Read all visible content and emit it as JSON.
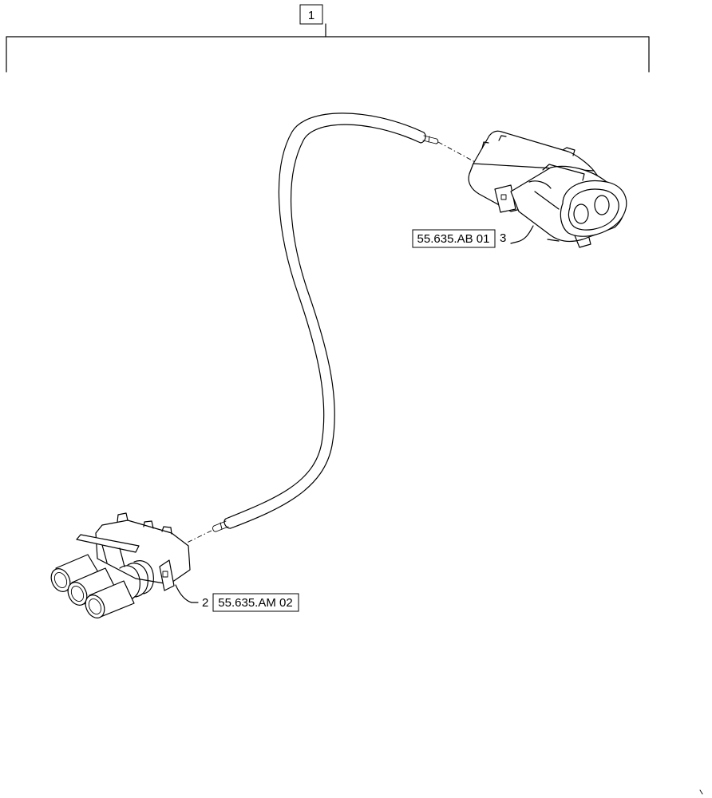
{
  "assembly": {
    "item": "1"
  },
  "callouts": [
    {
      "id": "connector-top",
      "item": "3",
      "reference": "55.635.AB 01"
    },
    {
      "id": "connector-bottom",
      "item": "2",
      "reference": "55.635.AM 02"
    }
  ]
}
